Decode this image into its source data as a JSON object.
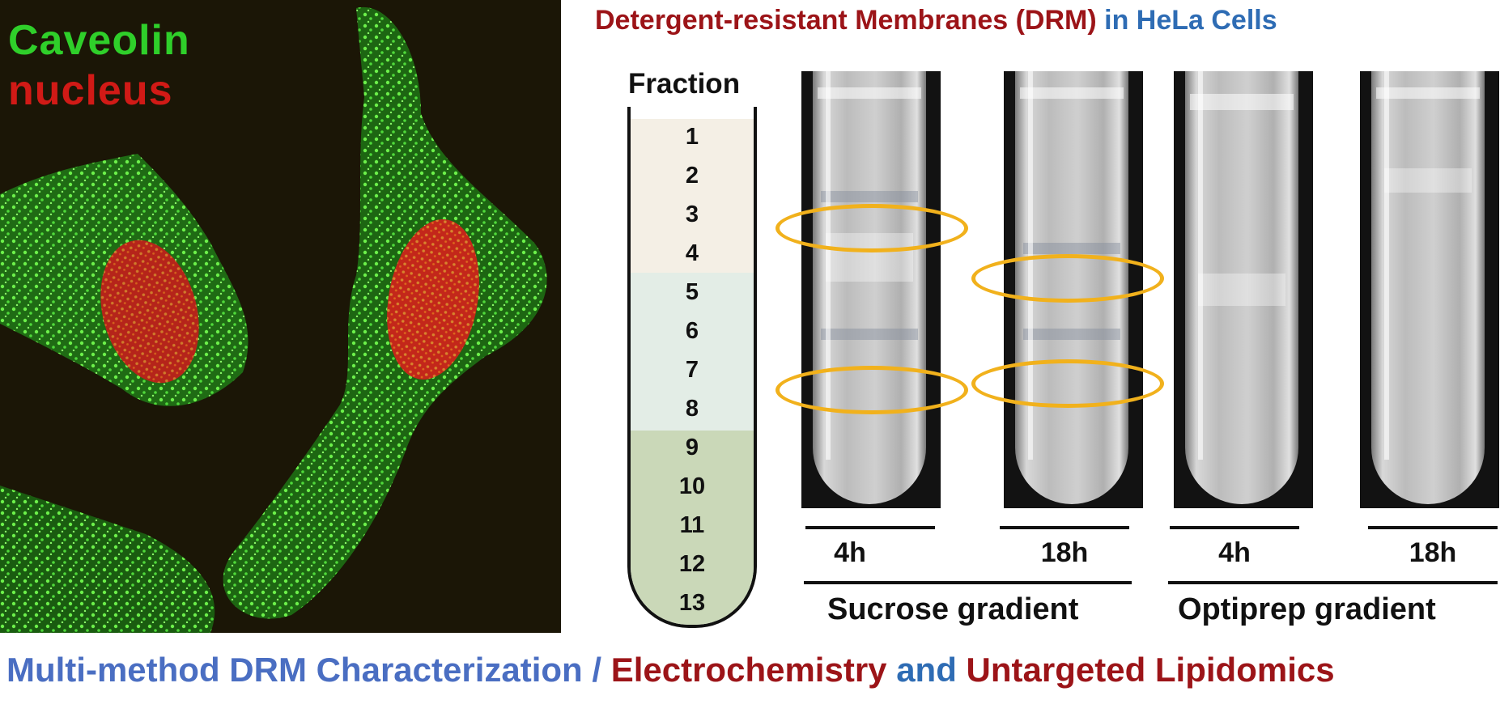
{
  "micrograph": {
    "legend": {
      "caveolin_label": "Caveolin",
      "nucleus_label": "nucleus",
      "caveolin_color": "#2fcf2a",
      "nucleus_color": "#d11a16"
    }
  },
  "title": {
    "part1": "Detergent-resistant Membranes (DRM)",
    "part2": "in HeLa Cells"
  },
  "fraction_tube": {
    "label": "Fraction",
    "fractions": [
      "1",
      "2",
      "3",
      "4",
      "5",
      "6",
      "7",
      "8",
      "9",
      "10",
      "11",
      "12",
      "13"
    ]
  },
  "samples": {
    "time_labels": [
      "4h",
      "18h",
      "4h",
      "18h"
    ],
    "gradients": [
      "Sucrose gradient",
      "Optiprep gradient"
    ],
    "ring_color": "#f1b11c"
  },
  "caption": {
    "part1": "Multi-method DRM Characterization /",
    "part2": "Electrochemistry",
    "part3": "and",
    "part4": "Untargeted Lipidomics"
  }
}
